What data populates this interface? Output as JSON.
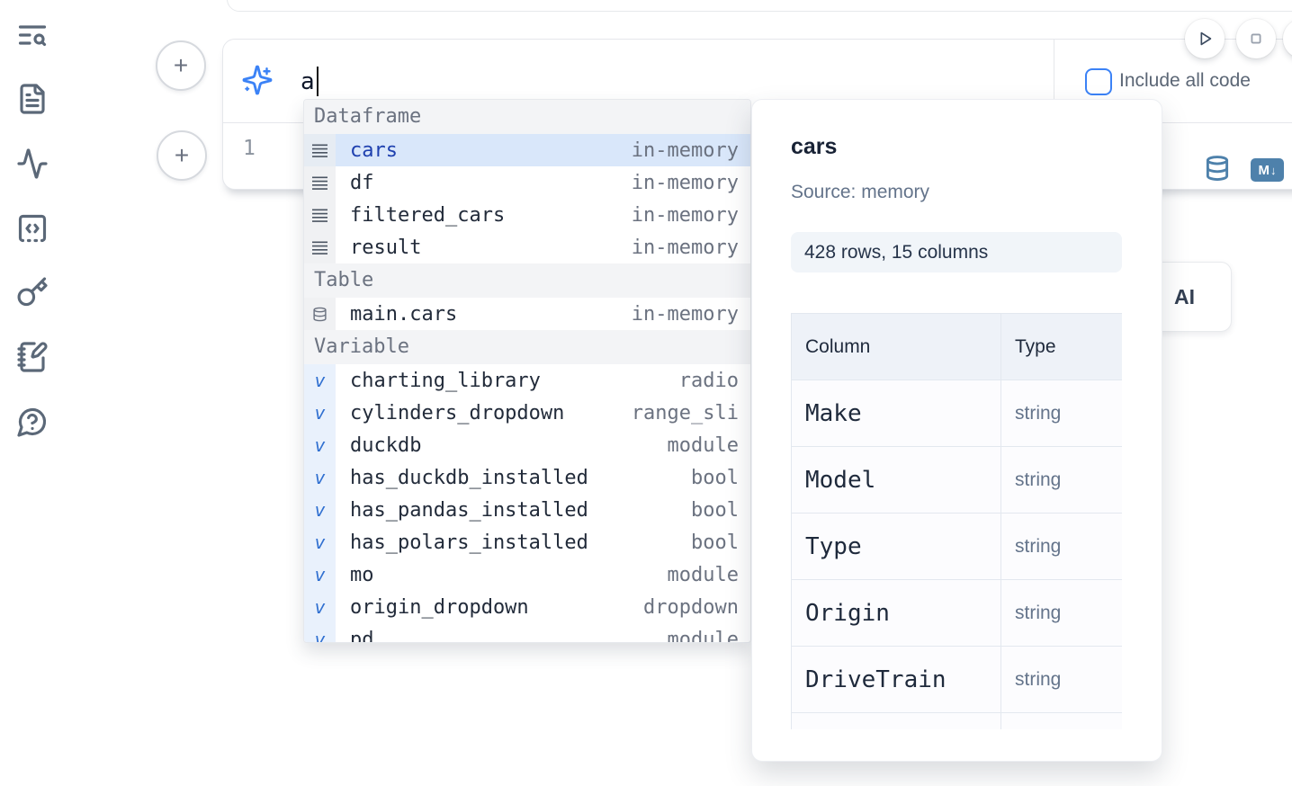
{
  "colors": {
    "accent_blue": "#3b82f6",
    "selection_bg": "#d9e7fa",
    "selected_text": "#1e40af",
    "steel_blue_icon": "#4e81ab",
    "sidebar_icon": "#5b6878",
    "muted_text": "#6b7280",
    "dark_text": "#1f2937"
  },
  "sidebar": {
    "icons": [
      "search-lines",
      "document",
      "activity",
      "code-square",
      "key",
      "notebook-pen",
      "help-chat"
    ]
  },
  "add_buttons": {
    "glyph": "+"
  },
  "ai_input": {
    "value": "a"
  },
  "cell_toolbar": {
    "include_all_code_label": "Include all code"
  },
  "code_cell": {
    "line_number": "1",
    "markdown_icon_m": "M",
    "markdown_icon_arrow": "↓"
  },
  "generate_ai_button": {
    "label": "AI"
  },
  "autocomplete": {
    "variable_glyph": "v",
    "sections": [
      {
        "label": "Dataframe",
        "items": [
          {
            "name": "cars",
            "type": "in-memory",
            "selected": true
          },
          {
            "name": "df",
            "type": "in-memory",
            "selected": false
          },
          {
            "name": "filtered_cars",
            "type": "in-memory",
            "selected": false
          },
          {
            "name": "result",
            "type": "in-memory",
            "selected": false
          }
        ]
      },
      {
        "label": "Table",
        "items": [
          {
            "name": "main.cars",
            "type": "in-memory",
            "selected": false
          }
        ]
      },
      {
        "label": "Variable",
        "items": [
          {
            "name": "charting_library",
            "type": "radio"
          },
          {
            "name": "cylinders_dropdown",
            "type": "range_sli"
          },
          {
            "name": "duckdb",
            "type": "module"
          },
          {
            "name": "has_duckdb_installed",
            "type": "bool"
          },
          {
            "name": "has_pandas_installed",
            "type": "bool"
          },
          {
            "name": "has_polars_installed",
            "type": "bool"
          },
          {
            "name": "mo",
            "type": "module"
          },
          {
            "name": "origin_dropdown",
            "type": "dropdown"
          },
          {
            "name": "pd",
            "type": "module"
          }
        ]
      }
    ]
  },
  "preview_panel": {
    "title": "cars",
    "source": "Source: memory",
    "shape_badge": "428 rows, 15 columns",
    "table": {
      "headers": [
        "Column",
        "Type"
      ],
      "rows": [
        {
          "column": "Make",
          "type": "string"
        },
        {
          "column": "Model",
          "type": "string"
        },
        {
          "column": "Type",
          "type": "string"
        },
        {
          "column": "Origin",
          "type": "string"
        },
        {
          "column": "DriveTrain",
          "type": "string"
        },
        {
          "column": "",
          "type": ""
        }
      ]
    }
  }
}
